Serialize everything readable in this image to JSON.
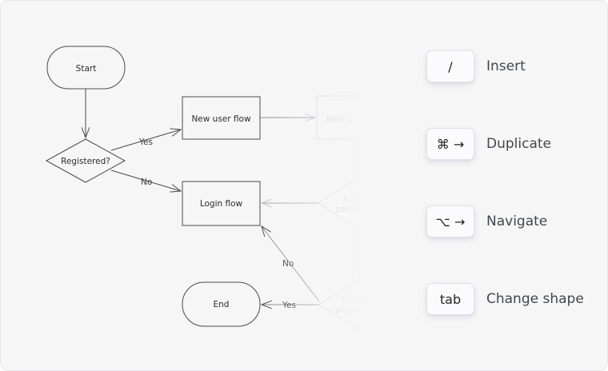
{
  "diagram": {
    "nodes": {
      "start": "Start",
      "registered": "Registered?",
      "new_user_flow": "New user flow",
      "login_flow": "Login flow",
      "end": "End",
      "new_faded": "New c",
      "forgot_faded_1": "Forg",
      "forgot_faded_2": "passw",
      "correct_faded_1": "Corre",
      "correct_faded_2": "passw"
    },
    "edges": {
      "yes_top": "Yes",
      "no_mid": "No",
      "no_login": "No",
      "yes_end": "Yes"
    }
  },
  "shortcuts": [
    {
      "key": "/",
      "label": "Insert"
    },
    {
      "key": "⌘ →",
      "label": "Duplicate"
    },
    {
      "key": "⌥ →",
      "label": "Navigate"
    },
    {
      "key": "tab",
      "label": "Change shape"
    }
  ],
  "colors": {
    "background": "#f6f6f7",
    "stroke": "#4a4a4a",
    "faded_stroke": "#c9c9cc"
  }
}
